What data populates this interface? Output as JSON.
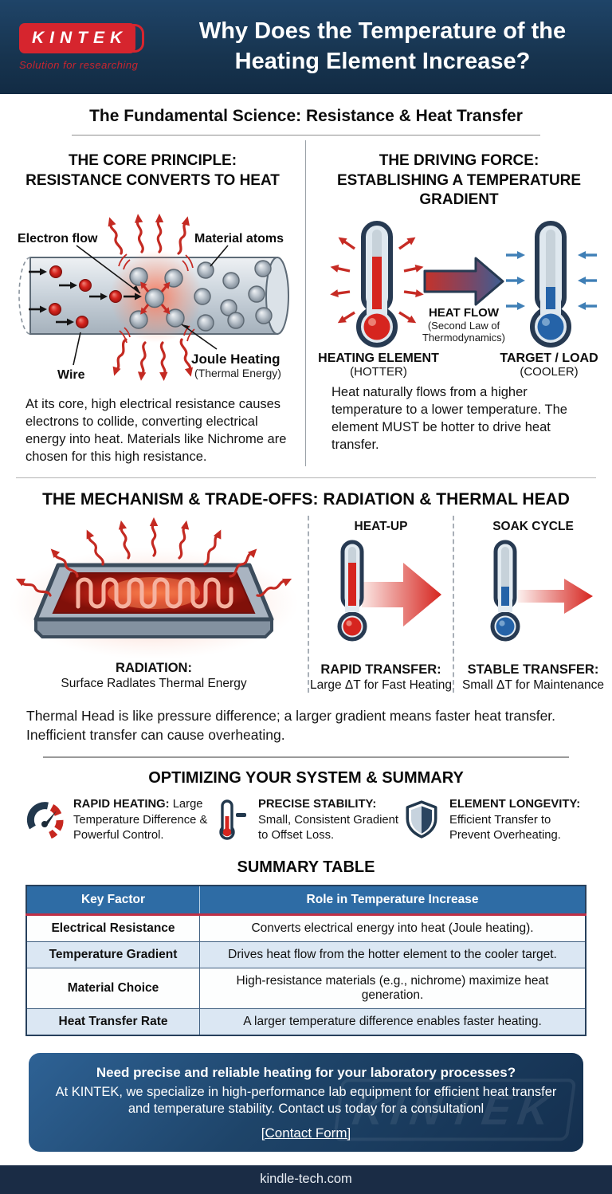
{
  "brand": {
    "logo_text": "KINTEK",
    "logo_tagline": "Solution for researching",
    "footer_url": "kindle-tech.com"
  },
  "header": {
    "title": "Why Does the Temperature of the Heating Element Increase?"
  },
  "colors": {
    "brand_red": "#d6252e",
    "navy": "#16334f",
    "table_header_blue": "#2e6ca5",
    "table_accent_red": "#bf3046",
    "row_alt_blue": "#dbe7f3",
    "footer_navy": "#1a2c45"
  },
  "section1": {
    "title": "The Fundamental Science: Resistance & Heat Transfer",
    "left": {
      "heading_line1": "THE CORE PRINCIPLE:",
      "heading_line2": "RESISTANCE CONVERTS TO HEAT",
      "labels": {
        "electron_flow": "Electron flow",
        "material_atoms": "Material atoms",
        "wire": "Wire",
        "joule_heating": "Joule Heating",
        "joule_heating_sub": "(Thermal Energy)"
      },
      "paragraph": "At its core, high electrical resistance causes electrons to collide, converting electrical energy into heat. Materials like Nichrome are chosen for this high resistance."
    },
    "right": {
      "heading_line1": "THE DRIVING FORCE:",
      "heading_rest": "ESTABLISHING A TEMPERATURE GRADIENT",
      "heat_flow": "HEAT FLOW",
      "heat_flow_sub1": "(Second Law of",
      "heat_flow_sub2": "Thermodynamics)",
      "hot_label": "HEATING ELEMENT",
      "hot_sub": "(HOTTER)",
      "cold_label": "TARGET / LOAD",
      "cold_sub": "(COOLER)",
      "paragraph": "Heat naturally flows from a higher temperature to a lower temperature. The element MUST be hotter to drive heat transfer."
    }
  },
  "section2": {
    "title": "THE MECHANISM & TRADE-OFFS: RADIATION & THERMAL HEAD",
    "radiation_label": "RADIATION:",
    "radiation_sub": "Surface Radlates Thermal Energy",
    "heatup_heading": "HEAT-UP",
    "heatup_label": "RAPID TRANSFER:",
    "heatup_sub": "Large ΔT for Fast Heating",
    "soak_heading": "SOAK CYCLE",
    "soak_label": "STABLE TRANSFER:",
    "soak_sub": "Small ΔT for Maintenance",
    "paragraph": "Thermal Head is like pressure difference; a larger gradient means faster heat transfer. Inefficient transfer can cause overheating."
  },
  "section3": {
    "title": "OPTIMIZING YOUR SYSTEM & SUMMARY",
    "features": [
      {
        "icon": "gauge-icon",
        "bold": "RAPID HEATING:",
        "text": " Large Temperature Difference & Powerful Control."
      },
      {
        "icon": "thermometer-icon",
        "bold": "PRECISE STABILITY:",
        "text": " Small, Consistent Gradient to Offset Loss."
      },
      {
        "icon": "shield-icon",
        "bold": "ELEMENT LONGEVITY:",
        "text": " Efficient Transfer to Prevent Overheating."
      }
    ]
  },
  "summary_table": {
    "title": "SUMMARY TABLE",
    "headers": [
      "Key Factor",
      "Role in Temperature Increase"
    ],
    "rows": [
      [
        "Electrical Resistance",
        "Converts electrical energy into heat (Joule heating)."
      ],
      [
        "Temperature Gradient",
        "Drives heat flow from the hotter element to the cooler target."
      ],
      [
        "Material Choice",
        "High-resistance materials (e.g., nichrome) maximize heat generation."
      ],
      [
        "Heat Transfer Rate",
        "A larger temperature difference enables faster heating."
      ]
    ]
  },
  "cta": {
    "bold_line": "Need precise and reliable heating for your laboratory processes?",
    "body": "At KINTEK, we specialize in high-performance lab equipment for efficient heat transfer and temperature stability. Contact us today for a consultationl",
    "link": "[Contact Form]",
    "watermark": "KINTEK"
  }
}
